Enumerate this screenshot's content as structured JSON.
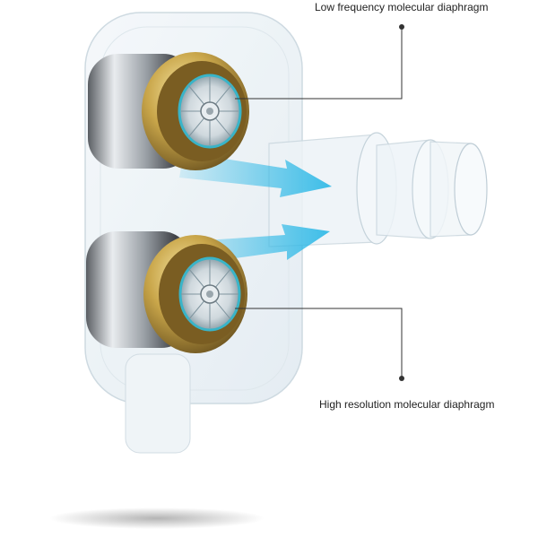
{
  "callouts": {
    "low": {
      "label": "Low frequency molecular diaphragm"
    },
    "high": {
      "label": "High resolution molecular diaphragm"
    }
  },
  "scene": {
    "subject": "transparent-shell-earphone-with-dual-drivers",
    "colors": {
      "shell": "#e9f1f6",
      "shell_edge": "#c9d6de",
      "driver_metal": "#9a9fa6",
      "driver_gold": "#c9a64a",
      "diaphragm_teal": "#39b4c8",
      "arrow": "#28b7e6",
      "leader_line": "#333333"
    }
  }
}
